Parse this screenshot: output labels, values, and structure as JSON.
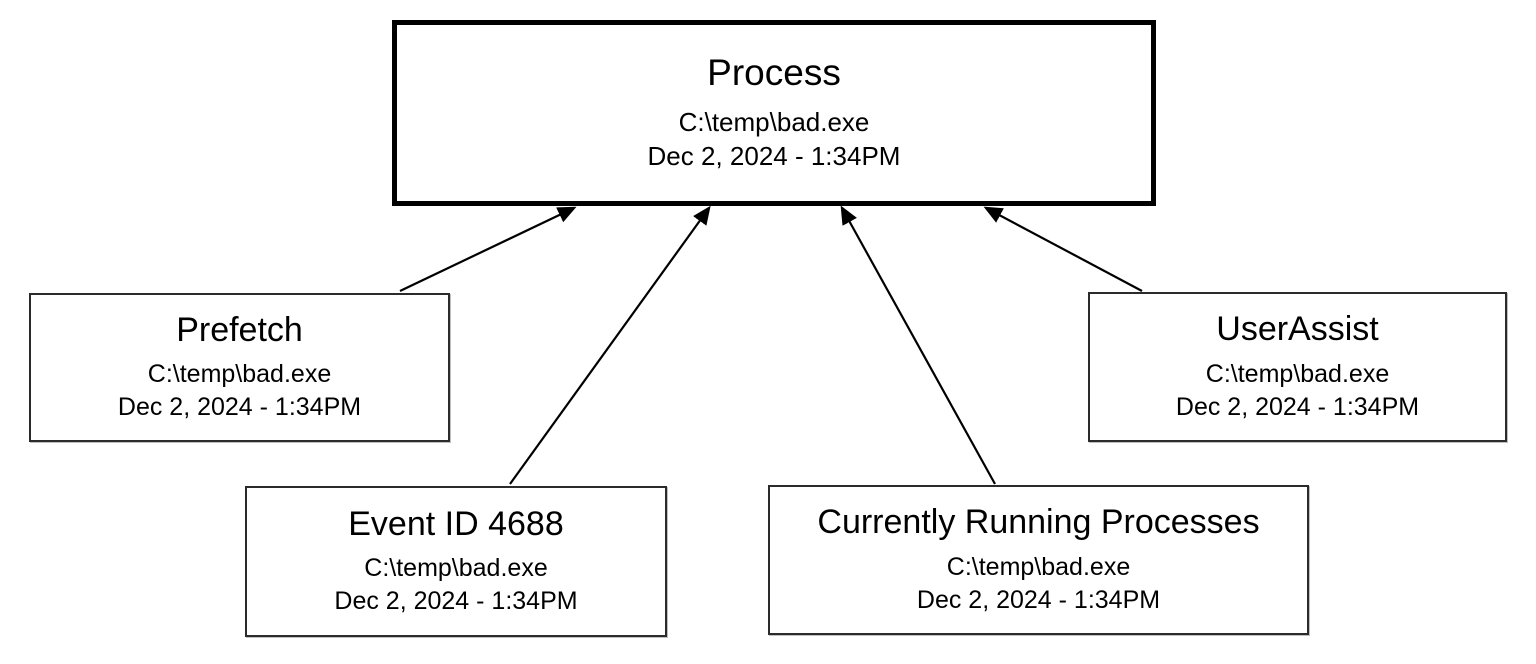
{
  "diagram": {
    "background_color": "#ffffff",
    "colors": {
      "primary_border": "#000000",
      "secondary_border": "#2b2b2b",
      "text": "#000000",
      "arrow": "#000000"
    },
    "nodes": {
      "process": {
        "title": "Process",
        "path": "C:\\temp\\bad.exe",
        "timestamp": "Dec 2, 2024 - 1:34PM"
      },
      "prefetch": {
        "title": "Prefetch",
        "path": "C:\\temp\\bad.exe",
        "timestamp": "Dec 2, 2024 - 1:34PM"
      },
      "event_id_4688": {
        "title": "Event ID 4688",
        "path": "C:\\temp\\bad.exe",
        "timestamp": "Dec 2, 2024 - 1:34PM"
      },
      "currently_running_processes": {
        "title": "Currently Running Processes",
        "path": "C:\\temp\\bad.exe",
        "timestamp": "Dec 2, 2024 - 1:34PM"
      },
      "userassist": {
        "title": "UserAssist",
        "path": "C:\\temp\\bad.exe",
        "timestamp": "Dec 2, 2024 - 1:34PM"
      }
    },
    "edges": [
      {
        "from": "prefetch",
        "to": "process"
      },
      {
        "from": "event_id_4688",
        "to": "process"
      },
      {
        "from": "currently_running_processes",
        "to": "process"
      },
      {
        "from": "userassist",
        "to": "process"
      }
    ]
  }
}
